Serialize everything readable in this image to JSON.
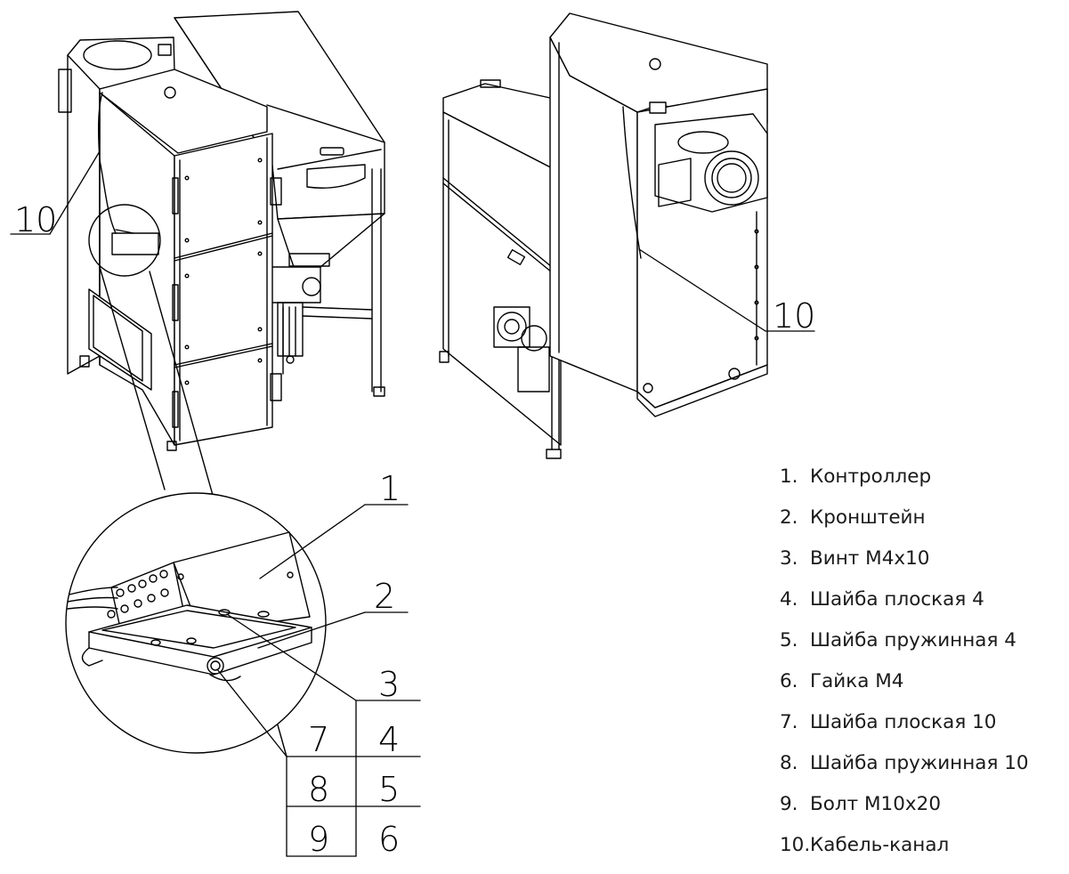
{
  "callouts": {
    "c1": "1",
    "c2": "2",
    "c3": "3",
    "c4": "4",
    "c5": "5",
    "c6": "6",
    "c7": "7",
    "c8": "8",
    "c9": "9",
    "c10_left": "10",
    "c10_right": "10"
  },
  "parts_list": [
    {
      "num": "1.",
      "name": "Контроллер"
    },
    {
      "num": "2.",
      "name": "Кронштейн"
    },
    {
      "num": "3.",
      "name": "Винт М4х10"
    },
    {
      "num": "4.",
      "name": "Шайба плоская 4"
    },
    {
      "num": "5.",
      "name": "Шайба пружинная 4"
    },
    {
      "num": "6.",
      "name": "Гайка М4"
    },
    {
      "num": "7.",
      "name": "Шайба плоская 10"
    },
    {
      "num": "8.",
      "name": "Шайба пружинная 10"
    },
    {
      "num": "9.",
      "name": "Болт М10х20"
    },
    {
      "num": "10.",
      "name": "Кабель-канал"
    }
  ]
}
